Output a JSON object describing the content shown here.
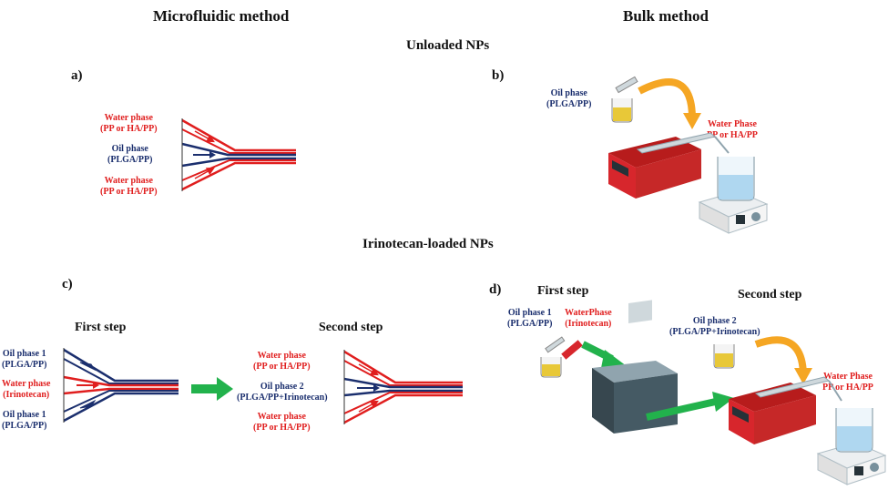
{
  "headings": {
    "microfluidic": "Microfluidic method",
    "bulk": "Bulk method",
    "unloaded": "Unloaded NPs",
    "loaded": "Irinotecan-loaded NPs"
  },
  "panels": {
    "a": "a)",
    "b": "b)",
    "c": "c)",
    "d": "d)"
  },
  "panel_a": {
    "water_top": [
      "Water phase",
      "(PP or HA/PP)"
    ],
    "oil": [
      "Oil phase",
      "(PLGA/PP)"
    ],
    "water_bottom": [
      "Water phase",
      "(PP or HA/PP)"
    ]
  },
  "panel_b": {
    "oil": [
      "Oil phase",
      "(PLGA/PP)"
    ],
    "water": [
      "Water Phase",
      "PP or HA/PP"
    ]
  },
  "panel_c": {
    "first_step": "First step",
    "second_step": "Second step",
    "first": {
      "oil_top": [
        "Oil phase 1",
        "(PLGA/PP)"
      ],
      "water": [
        "Water phase",
        "(Irinotecan)"
      ],
      "oil_bottom": [
        "Oil phase 1",
        "(PLGA/PP)"
      ]
    },
    "second": {
      "water_top": [
        "Water phase",
        "(PP or HA/PP)"
      ],
      "oil": [
        "Oil phase 2",
        "(PLGA/PP+Irinotecan)"
      ],
      "water_bottom": [
        "Water phase",
        "(PP or HA/PP)"
      ]
    }
  },
  "panel_d": {
    "first_step": "First step",
    "second_step": "Second step",
    "oil1": [
      "Oil phase 1",
      "(PLGA/PP)"
    ],
    "water": [
      "WaterPhase",
      "(Irinotecan)"
    ],
    "oil2": [
      "Oil phase 2",
      "(PLGA/PP+Irinotecan)"
    ],
    "water2": [
      "Water Phase",
      "PP or HA/PP"
    ]
  },
  "colors": {
    "water": "#e01e1e",
    "oil": "#1b2f6e",
    "arrow_green": "#22b24c",
    "arrow_orange": "#f5a623",
    "pump_red": "#d7262c"
  },
  "icons": [
    "beaker-icon",
    "syringe-pump-icon",
    "magnetic-stirrer-icon",
    "sonicator-icon",
    "transfer-arrow-icon"
  ]
}
